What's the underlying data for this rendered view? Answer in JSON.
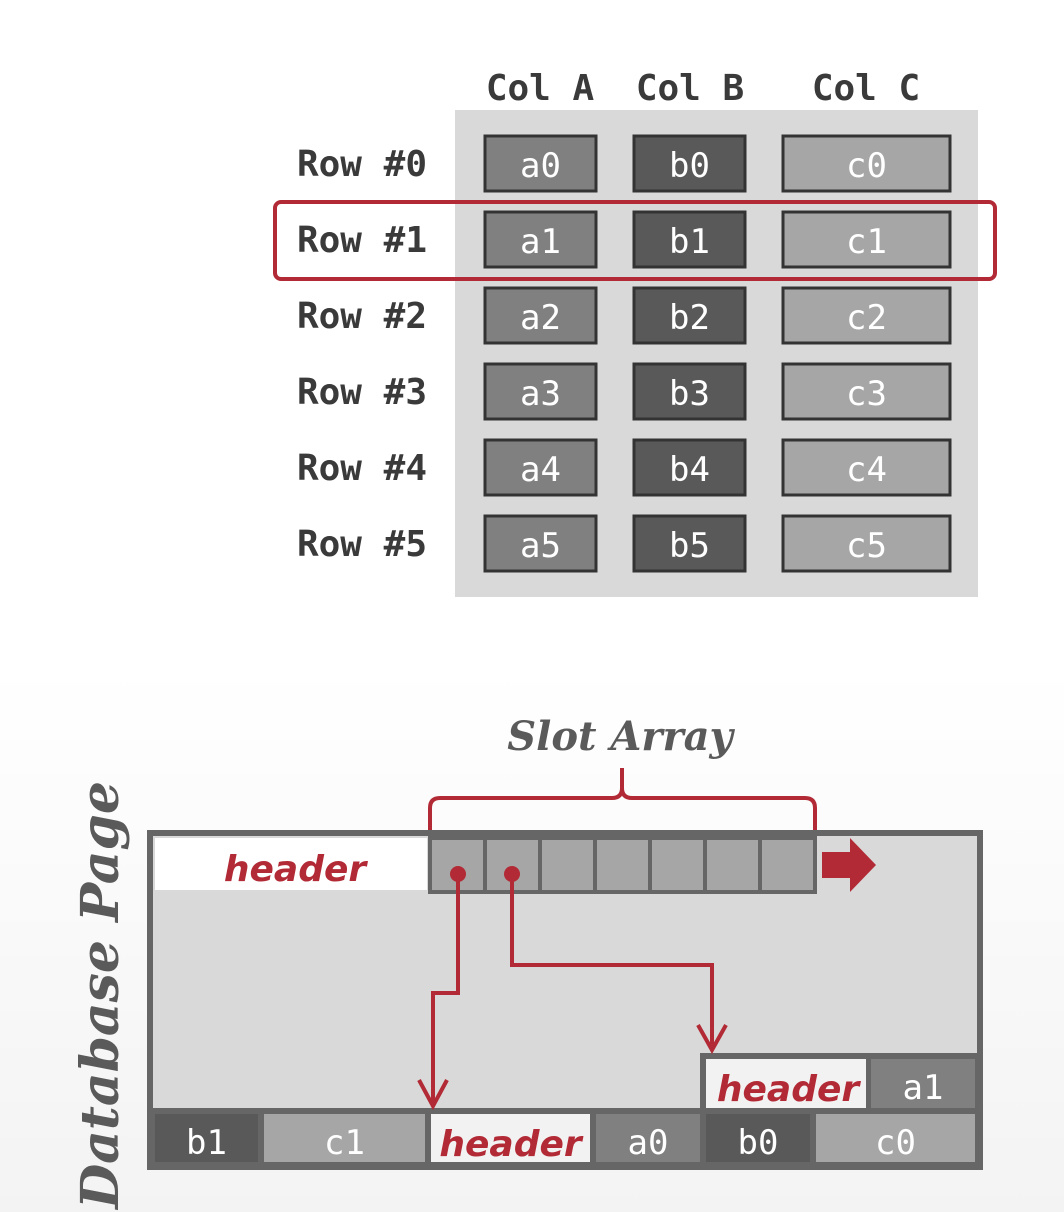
{
  "table": {
    "columns": [
      "Col A",
      "Col B",
      "Col C"
    ],
    "rows": [
      {
        "label": "Row #0",
        "cells": [
          "a0",
          "b0",
          "c0"
        ]
      },
      {
        "label": "Row #1",
        "cells": [
          "a1",
          "b1",
          "c1"
        ]
      },
      {
        "label": "Row #2",
        "cells": [
          "a2",
          "b2",
          "c2"
        ]
      },
      {
        "label": "Row #3",
        "cells": [
          "a3",
          "b3",
          "c3"
        ]
      },
      {
        "label": "Row #4",
        "cells": [
          "a4",
          "b4",
          "c4"
        ]
      },
      {
        "label": "Row #5",
        "cells": [
          "a5",
          "b5",
          "c5"
        ]
      }
    ],
    "highlighted_row": 1
  },
  "page": {
    "title": "Database Page",
    "slot_array_label": "Slot Array",
    "header_label": "header",
    "slot_count": 7,
    "tuple_top": [
      "header",
      "a1"
    ],
    "bottom_row": [
      "b1",
      "c1",
      "header",
      "a0",
      "b0",
      "c0"
    ]
  },
  "colors": {
    "accent": "#b22a35",
    "col_a": "#808080",
    "col_b": "#595959",
    "col_c": "#a6a6a6",
    "panel": "#d9d9d9",
    "border": "#666666"
  }
}
